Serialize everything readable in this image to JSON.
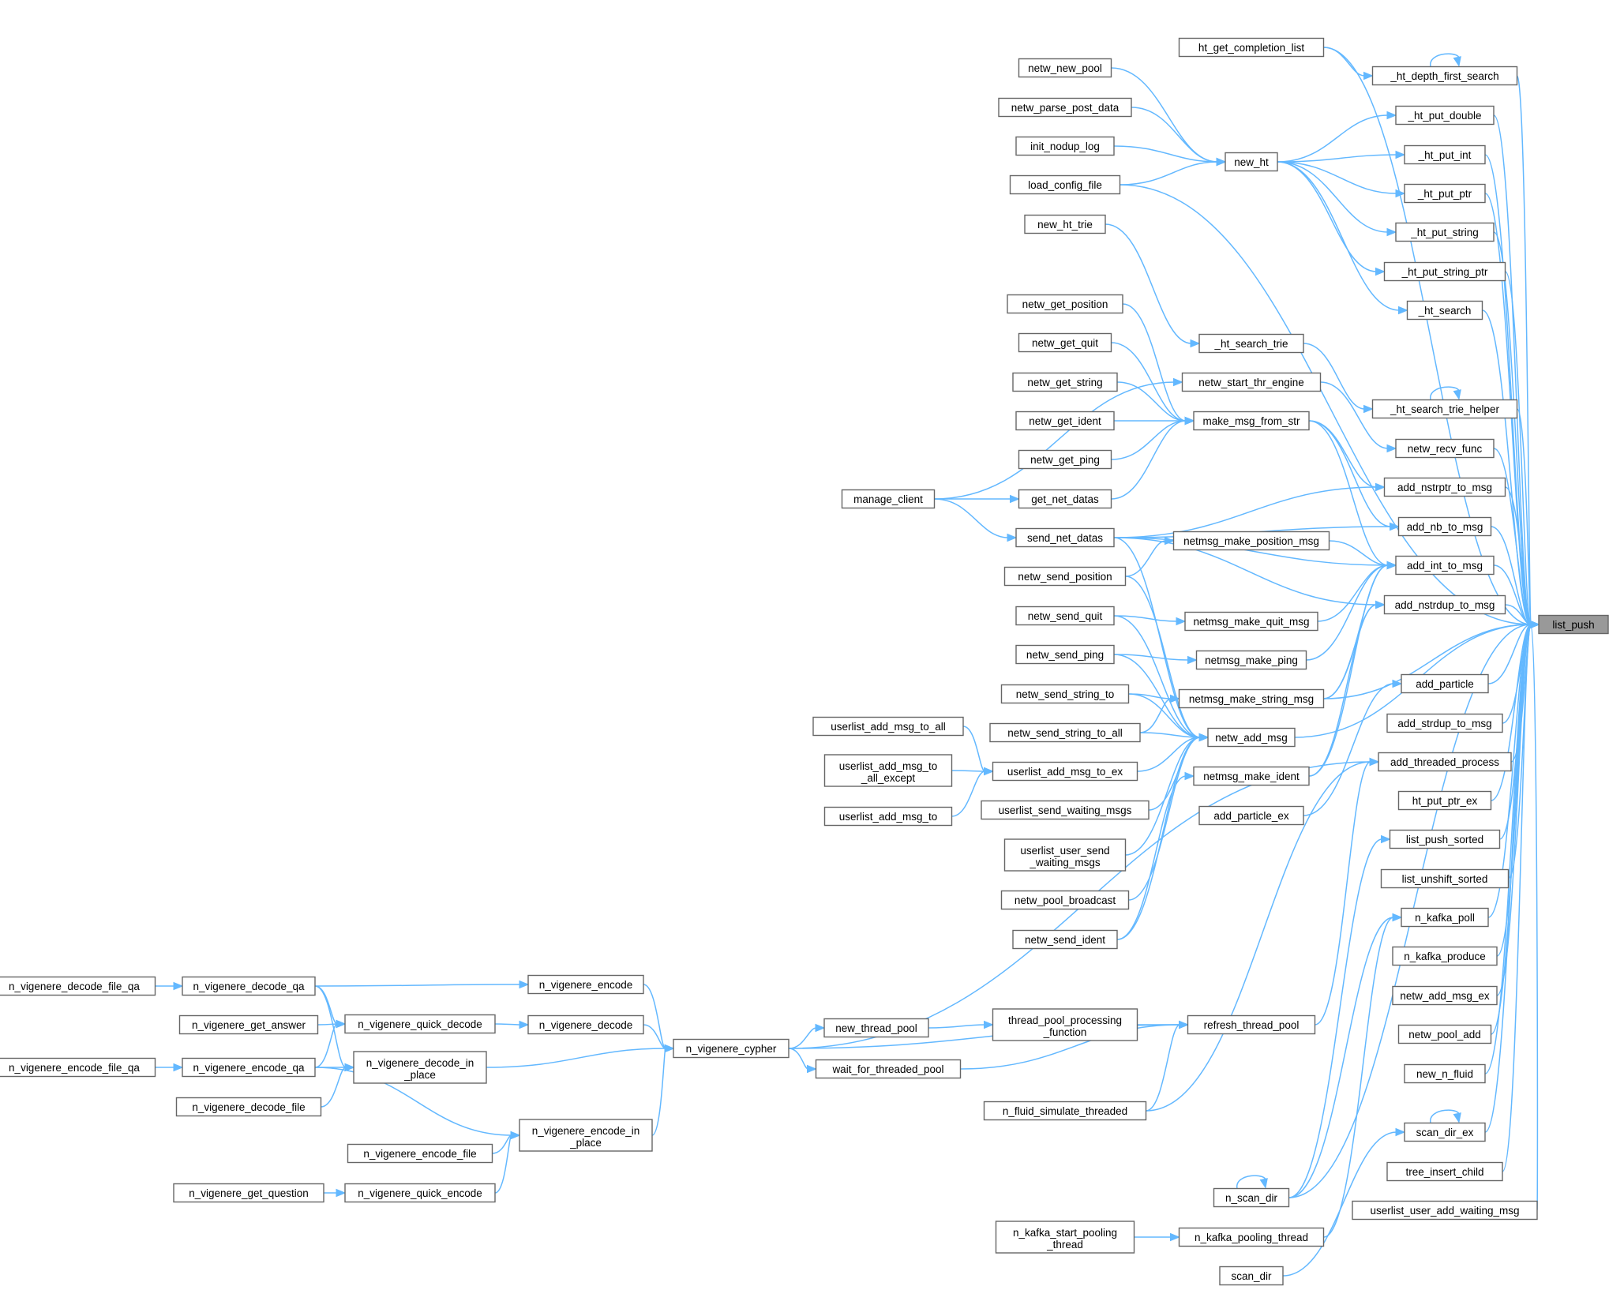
{
  "diagram": {
    "root": "list_push",
    "nodes": [
      {
        "id": "list_push",
        "lines": [
          "list_push"
        ],
        "root": true
      },
      {
        "id": "ht_get_completion_list",
        "lines": [
          "ht_get_completion_list"
        ]
      },
      {
        "id": "_ht_depth_first_search",
        "lines": [
          "_ht_depth_first_search"
        ]
      },
      {
        "id": "netw_new_pool",
        "lines": [
          "netw_new_pool"
        ]
      },
      {
        "id": "_ht_put_double",
        "lines": [
          "_ht_put_double"
        ]
      },
      {
        "id": "netw_parse_post_data",
        "lines": [
          "netw_parse_post_data"
        ]
      },
      {
        "id": "init_nodup_log",
        "lines": [
          "init_nodup_log"
        ]
      },
      {
        "id": "_ht_put_int",
        "lines": [
          "_ht_put_int"
        ]
      },
      {
        "id": "new_ht",
        "lines": [
          "new_ht"
        ]
      },
      {
        "id": "load_config_file",
        "lines": [
          "load_config_file"
        ]
      },
      {
        "id": "_ht_put_ptr",
        "lines": [
          "_ht_put_ptr"
        ]
      },
      {
        "id": "new_ht_trie",
        "lines": [
          "new_ht_trie"
        ]
      },
      {
        "id": "_ht_put_string",
        "lines": [
          "_ht_put_string"
        ]
      },
      {
        "id": "_ht_put_string_ptr",
        "lines": [
          "_ht_put_string_ptr"
        ]
      },
      {
        "id": "netw_get_position",
        "lines": [
          "netw_get_position"
        ]
      },
      {
        "id": "_ht_search",
        "lines": [
          "_ht_search"
        ]
      },
      {
        "id": "netw_get_quit",
        "lines": [
          "netw_get_quit"
        ]
      },
      {
        "id": "_ht_search_trie",
        "lines": [
          "_ht_search_trie"
        ]
      },
      {
        "id": "netw_get_string",
        "lines": [
          "netw_get_string"
        ]
      },
      {
        "id": "netw_start_thr_engine",
        "lines": [
          "netw_start_thr_engine"
        ]
      },
      {
        "id": "_ht_search_trie_helper",
        "lines": [
          "_ht_search_trie_helper"
        ]
      },
      {
        "id": "netw_get_ident",
        "lines": [
          "netw_get_ident"
        ]
      },
      {
        "id": "make_msg_from_str",
        "lines": [
          "make_msg_from_str"
        ]
      },
      {
        "id": "netw_recv_func",
        "lines": [
          "netw_recv_func"
        ]
      },
      {
        "id": "netw_get_ping",
        "lines": [
          "netw_get_ping"
        ]
      },
      {
        "id": "add_nstrptr_to_msg",
        "lines": [
          "add_nstrptr_to_msg"
        ]
      },
      {
        "id": "manage_client",
        "lines": [
          "manage_client"
        ]
      },
      {
        "id": "get_net_datas",
        "lines": [
          "get_net_datas"
        ]
      },
      {
        "id": "add_nb_to_msg",
        "lines": [
          "add_nb_to_msg"
        ]
      },
      {
        "id": "send_net_datas",
        "lines": [
          "send_net_datas"
        ]
      },
      {
        "id": "netmsg_make_position_msg",
        "lines": [
          "netmsg_make_position_msg"
        ]
      },
      {
        "id": "add_int_to_msg",
        "lines": [
          "add_int_to_msg"
        ]
      },
      {
        "id": "netw_send_position",
        "lines": [
          "netw_send_position"
        ]
      },
      {
        "id": "add_nstrdup_to_msg",
        "lines": [
          "add_nstrdup_to_msg"
        ]
      },
      {
        "id": "netw_send_quit",
        "lines": [
          "netw_send_quit"
        ]
      },
      {
        "id": "netmsg_make_quit_msg",
        "lines": [
          "netmsg_make_quit_msg"
        ]
      },
      {
        "id": "netw_send_ping",
        "lines": [
          "netw_send_ping"
        ]
      },
      {
        "id": "netmsg_make_ping",
        "lines": [
          "netmsg_make_ping"
        ]
      },
      {
        "id": "add_particle",
        "lines": [
          "add_particle"
        ]
      },
      {
        "id": "netw_send_string_to",
        "lines": [
          "netw_send_string_to"
        ]
      },
      {
        "id": "netmsg_make_string_msg",
        "lines": [
          "netmsg_make_string_msg"
        ]
      },
      {
        "id": "add_strdup_to_msg",
        "lines": [
          "add_strdup_to_msg"
        ]
      },
      {
        "id": "userlist_add_msg_to_all",
        "lines": [
          "userlist_add_msg_to_all"
        ]
      },
      {
        "id": "netw_send_string_to_all",
        "lines": [
          "netw_send_string_to_all"
        ]
      },
      {
        "id": "netw_add_msg",
        "lines": [
          "netw_add_msg"
        ]
      },
      {
        "id": "add_threaded_process",
        "lines": [
          "add_threaded_process"
        ]
      },
      {
        "id": "userlist_add_msg_to_all_except",
        "lines": [
          "userlist_add_msg_to",
          "_all_except"
        ]
      },
      {
        "id": "userlist_add_msg_to_ex",
        "lines": [
          "userlist_add_msg_to_ex"
        ]
      },
      {
        "id": "netmsg_make_ident",
        "lines": [
          "netmsg_make_ident"
        ]
      },
      {
        "id": "ht_put_ptr_ex",
        "lines": [
          "ht_put_ptr_ex"
        ]
      },
      {
        "id": "userlist_send_waiting_msgs",
        "lines": [
          "userlist_send_waiting_msgs"
        ]
      },
      {
        "id": "userlist_add_msg_to",
        "lines": [
          "userlist_add_msg_to"
        ]
      },
      {
        "id": "add_particle_ex",
        "lines": [
          "add_particle_ex"
        ]
      },
      {
        "id": "list_push_sorted",
        "lines": [
          "list_push_sorted"
        ]
      },
      {
        "id": "userlist_user_send_waiting_msgs",
        "lines": [
          "userlist_user_send",
          "_waiting_msgs"
        ]
      },
      {
        "id": "list_unshift_sorted",
        "lines": [
          "list_unshift_sorted"
        ]
      },
      {
        "id": "netw_pool_broadcast",
        "lines": [
          "netw_pool_broadcast"
        ]
      },
      {
        "id": "n_kafka_poll",
        "lines": [
          "n_kafka_poll"
        ]
      },
      {
        "id": "netw_send_ident",
        "lines": [
          "netw_send_ident"
        ]
      },
      {
        "id": "n_kafka_produce",
        "lines": [
          "n_kafka_produce"
        ]
      },
      {
        "id": "n_vigenere_decode_file_qa",
        "lines": [
          "n_vigenere_decode_file_qa"
        ]
      },
      {
        "id": "n_vigenere_decode_qa",
        "lines": [
          "n_vigenere_decode_qa"
        ]
      },
      {
        "id": "n_vigenere_encode",
        "lines": [
          "n_vigenere_encode"
        ]
      },
      {
        "id": "netw_add_msg_ex",
        "lines": [
          "netw_add_msg_ex"
        ]
      },
      {
        "id": "n_vigenere_get_answer",
        "lines": [
          "n_vigenere_get_answer"
        ]
      },
      {
        "id": "n_vigenere_quick_decode",
        "lines": [
          "n_vigenere_quick_decode"
        ]
      },
      {
        "id": "n_vigenere_decode",
        "lines": [
          "n_vigenere_decode"
        ]
      },
      {
        "id": "thread_pool_processing_function",
        "lines": [
          "thread_pool_processing",
          "_function"
        ]
      },
      {
        "id": "refresh_thread_pool",
        "lines": [
          "refresh_thread_pool"
        ]
      },
      {
        "id": "new_thread_pool",
        "lines": [
          "new_thread_pool"
        ]
      },
      {
        "id": "netw_pool_add",
        "lines": [
          "netw_pool_add"
        ]
      },
      {
        "id": "n_vigenere_encode_file_qa",
        "lines": [
          "n_vigenere_encode_file_qa"
        ]
      },
      {
        "id": "n_vigenere_encode_qa",
        "lines": [
          "n_vigenere_encode_qa"
        ]
      },
      {
        "id": "n_vigenere_decode_in_place",
        "lines": [
          "n_vigenere_decode_in",
          "_place"
        ]
      },
      {
        "id": "n_vigenere_cypher",
        "lines": [
          "n_vigenere_cypher"
        ]
      },
      {
        "id": "wait_for_threaded_pool",
        "lines": [
          "wait_for_threaded_pool"
        ]
      },
      {
        "id": "new_n_fluid",
        "lines": [
          "new_n_fluid"
        ]
      },
      {
        "id": "n_vigenere_decode_file",
        "lines": [
          "n_vigenere_decode_file"
        ]
      },
      {
        "id": "n_fluid_simulate_threaded",
        "lines": [
          "n_fluid_simulate_threaded"
        ]
      },
      {
        "id": "scan_dir_ex",
        "lines": [
          "scan_dir_ex"
        ]
      },
      {
        "id": "n_vigenere_encode_in_place",
        "lines": [
          "n_vigenere_encode_in",
          "_place"
        ]
      },
      {
        "id": "n_vigenere_encode_file",
        "lines": [
          "n_vigenere_encode_file"
        ]
      },
      {
        "id": "tree_insert_child",
        "lines": [
          "tree_insert_child"
        ]
      },
      {
        "id": "n_vigenere_get_question",
        "lines": [
          "n_vigenere_get_question"
        ]
      },
      {
        "id": "n_vigenere_quick_encode",
        "lines": [
          "n_vigenere_quick_encode"
        ]
      },
      {
        "id": "n_scan_dir",
        "lines": [
          "n_scan_dir"
        ]
      },
      {
        "id": "userlist_user_add_waiting_msg",
        "lines": [
          "userlist_user_add_waiting_msg"
        ]
      },
      {
        "id": "n_kafka_start_pooling_thread",
        "lines": [
          "n_kafka_start_pooling",
          "_thread"
        ]
      },
      {
        "id": "n_kafka_pooling_thread",
        "lines": [
          "n_kafka_pooling_thread"
        ]
      },
      {
        "id": "scan_dir",
        "lines": [
          "scan_dir"
        ]
      }
    ],
    "edges": [
      [
        "ht_get_completion_list",
        "_ht_depth_first_search"
      ],
      [
        "_ht_depth_first_search",
        "_ht_depth_first_search"
      ],
      [
        "_ht_search_trie_helper",
        "_ht_search_trie_helper"
      ],
      [
        "scan_dir_ex",
        "scan_dir_ex"
      ],
      [
        "n_scan_dir",
        "n_scan_dir"
      ],
      [
        "netw_new_pool",
        "new_ht"
      ],
      [
        "netw_parse_post_data",
        "new_ht"
      ],
      [
        "init_nodup_log",
        "new_ht"
      ],
      [
        "load_config_file",
        "new_ht"
      ],
      [
        "new_ht",
        "_ht_put_double"
      ],
      [
        "new_ht",
        "_ht_put_int"
      ],
      [
        "new_ht",
        "_ht_put_ptr"
      ],
      [
        "new_ht",
        "_ht_put_string"
      ],
      [
        "new_ht",
        "_ht_put_string_ptr"
      ],
      [
        "new_ht",
        "_ht_search"
      ],
      [
        "new_ht_trie",
        "_ht_search_trie"
      ],
      [
        "_ht_search_trie",
        "_ht_search_trie_helper"
      ],
      [
        "netw_start_thr_engine",
        "netw_recv_func"
      ],
      [
        "netw_get_position",
        "make_msg_from_str"
      ],
      [
        "netw_get_quit",
        "make_msg_from_str"
      ],
      [
        "netw_get_string",
        "make_msg_from_str"
      ],
      [
        "netw_get_ident",
        "make_msg_from_str"
      ],
      [
        "netw_get_ping",
        "make_msg_from_str"
      ],
      [
        "get_net_datas",
        "make_msg_from_str"
      ],
      [
        "manage_client",
        "get_net_datas"
      ],
      [
        "manage_client",
        "send_net_datas"
      ],
      [
        "manage_client",
        "netw_start_thr_engine"
      ],
      [
        "make_msg_from_str",
        "add_nstrptr_to_msg"
      ],
      [
        "make_msg_from_str",
        "add_nb_to_msg"
      ],
      [
        "make_msg_from_str",
        "add_int_to_msg"
      ],
      [
        "send_net_datas",
        "add_nstrptr_to_msg"
      ],
      [
        "send_net_datas",
        "add_nb_to_msg"
      ],
      [
        "send_net_datas",
        "add_int_to_msg"
      ],
      [
        "send_net_datas",
        "add_nstrdup_to_msg"
      ],
      [
        "netmsg_make_position_msg",
        "add_int_to_msg"
      ],
      [
        "netmsg_make_quit_msg",
        "add_int_to_msg"
      ],
      [
        "netmsg_make_ping",
        "add_int_to_msg"
      ],
      [
        "netmsg_make_string_msg",
        "add_int_to_msg"
      ],
      [
        "netmsg_make_string_msg",
        "add_nstrdup_to_msg"
      ],
      [
        "netmsg_make_ident",
        "add_int_to_msg"
      ],
      [
        "netmsg_make_ident",
        "add_nstrdup_to_msg"
      ],
      [
        "netw_send_position",
        "netmsg_make_position_msg"
      ],
      [
        "netw_send_quit",
        "netmsg_make_quit_msg"
      ],
      [
        "netw_send_ping",
        "netmsg_make_ping"
      ],
      [
        "netw_send_string_to",
        "netmsg_make_string_msg"
      ],
      [
        "netw_send_string_to_all",
        "netmsg_make_string_msg"
      ],
      [
        "netw_send_ident",
        "netmsg_make_ident"
      ],
      [
        "send_net_datas",
        "netw_add_msg"
      ],
      [
        "netw_send_position",
        "netw_add_msg"
      ],
      [
        "netw_send_quit",
        "netw_add_msg"
      ],
      [
        "netw_send_ping",
        "netw_add_msg"
      ],
      [
        "netw_send_string_to",
        "netw_add_msg"
      ],
      [
        "netw_send_string_to_all",
        "netw_add_msg"
      ],
      [
        "userlist_add_msg_to_ex",
        "netw_add_msg"
      ],
      [
        "userlist_send_waiting_msgs",
        "netw_add_msg"
      ],
      [
        "userlist_user_send_waiting_msgs",
        "netw_add_msg"
      ],
      [
        "netw_pool_broadcast",
        "netw_add_msg"
      ],
      [
        "netw_send_ident",
        "netw_add_msg"
      ],
      [
        "userlist_add_msg_to_all",
        "userlist_add_msg_to_ex"
      ],
      [
        "userlist_add_msg_to_all_except",
        "userlist_add_msg_to_ex"
      ],
      [
        "userlist_add_msg_to",
        "userlist_add_msg_to_ex"
      ],
      [
        "add_particle_ex",
        "add_particle"
      ],
      [
        "n_vigenere_decode_file_qa",
        "n_vigenere_decode_qa"
      ],
      [
        "n_vigenere_encode_file_qa",
        "n_vigenere_encode_qa"
      ],
      [
        "n_vigenere_decode_qa",
        "n_vigenere_encode"
      ],
      [
        "n_vigenere_decode_qa",
        "n_vigenere_quick_decode"
      ],
      [
        "n_vigenere_decode_qa",
        "n_vigenere_decode_in_place"
      ],
      [
        "n_vigenere_get_answer",
        "n_vigenere_quick_decode"
      ],
      [
        "n_vigenere_encode_qa",
        "n_vigenere_quick_decode"
      ],
      [
        "n_vigenere_encode_qa",
        "n_vigenere_decode_in_place"
      ],
      [
        "n_vigenere_encode_qa",
        "n_vigenere_encode_in_place"
      ],
      [
        "n_vigenere_decode_file",
        "n_vigenere_decode_in_place"
      ],
      [
        "n_vigenere_quick_decode",
        "n_vigenere_decode"
      ],
      [
        "n_vigenere_encode",
        "n_vigenere_cypher"
      ],
      [
        "n_vigenere_decode",
        "n_vigenere_cypher"
      ],
      [
        "n_vigenere_decode_in_place",
        "n_vigenere_cypher"
      ],
      [
        "n_vigenere_encode_in_place",
        "n_vigenere_cypher"
      ],
      [
        "n_vigenere_encode_file",
        "n_vigenere_encode_in_place"
      ],
      [
        "n_vigenere_get_question",
        "n_vigenere_quick_encode"
      ],
      [
        "n_vigenere_quick_encode",
        "n_vigenere_encode_in_place"
      ],
      [
        "n_vigenere_cypher",
        "new_thread_pool"
      ],
      [
        "n_vigenere_cypher",
        "wait_for_threaded_pool"
      ],
      [
        "n_vigenere_cypher",
        "refresh_thread_pool"
      ],
      [
        "n_vigenere_cypher",
        "add_threaded_process"
      ],
      [
        "new_thread_pool",
        "thread_pool_processing_function"
      ],
      [
        "thread_pool_processing_function",
        "refresh_thread_pool"
      ],
      [
        "wait_for_threaded_pool",
        "refresh_thread_pool"
      ],
      [
        "n_fluid_simulate_threaded",
        "refresh_thread_pool"
      ],
      [
        "refresh_thread_pool",
        "add_threaded_process"
      ],
      [
        "n_fluid_simulate_threaded",
        "add_threaded_process"
      ],
      [
        "n_scan_dir",
        "list_push_sorted"
      ],
      [
        "n_scan_dir",
        "n_kafka_poll"
      ],
      [
        "n_kafka_start_pooling_thread",
        "n_kafka_pooling_thread"
      ],
      [
        "n_kafka_pooling_thread",
        "n_kafka_poll"
      ],
      [
        "scan_dir",
        "scan_dir_ex"
      ],
      [
        "load_config_file",
        "list_push"
      ],
      [
        "_ht_depth_first_search",
        "list_push"
      ],
      [
        "ht_get_completion_list",
        "list_push"
      ],
      [
        "_ht_put_double",
        "list_push"
      ],
      [
        "_ht_put_int",
        "list_push"
      ],
      [
        "_ht_put_ptr",
        "list_push"
      ],
      [
        "_ht_put_string",
        "list_push"
      ],
      [
        "_ht_put_string_ptr",
        "list_push"
      ],
      [
        "_ht_search",
        "list_push"
      ],
      [
        "_ht_search_trie_helper",
        "list_push"
      ],
      [
        "netw_recv_func",
        "list_push"
      ],
      [
        "add_nstrptr_to_msg",
        "list_push"
      ],
      [
        "add_nb_to_msg",
        "list_push"
      ],
      [
        "add_int_to_msg",
        "list_push"
      ],
      [
        "add_nstrdup_to_msg",
        "list_push"
      ],
      [
        "netw_add_msg",
        "list_push"
      ],
      [
        "add_particle",
        "list_push"
      ],
      [
        "add_strdup_to_msg",
        "list_push"
      ],
      [
        "add_threaded_process",
        "list_push"
      ],
      [
        "ht_put_ptr_ex",
        "list_push"
      ],
      [
        "list_push_sorted",
        "list_push"
      ],
      [
        "list_unshift_sorted",
        "list_push"
      ],
      [
        "n_kafka_poll",
        "list_push"
      ],
      [
        "n_kafka_produce",
        "list_push"
      ],
      [
        "netw_add_msg_ex",
        "list_push"
      ],
      [
        "netw_pool_add",
        "list_push"
      ],
      [
        "new_n_fluid",
        "list_push"
      ],
      [
        "scan_dir_ex",
        "list_push"
      ],
      [
        "tree_insert_child",
        "list_push"
      ],
      [
        "userlist_user_add_waiting_msg",
        "list_push"
      ],
      [
        "n_scan_dir",
        "list_push"
      ],
      [
        "netmsg_make_string_msg",
        "list_push"
      ]
    ]
  }
}
